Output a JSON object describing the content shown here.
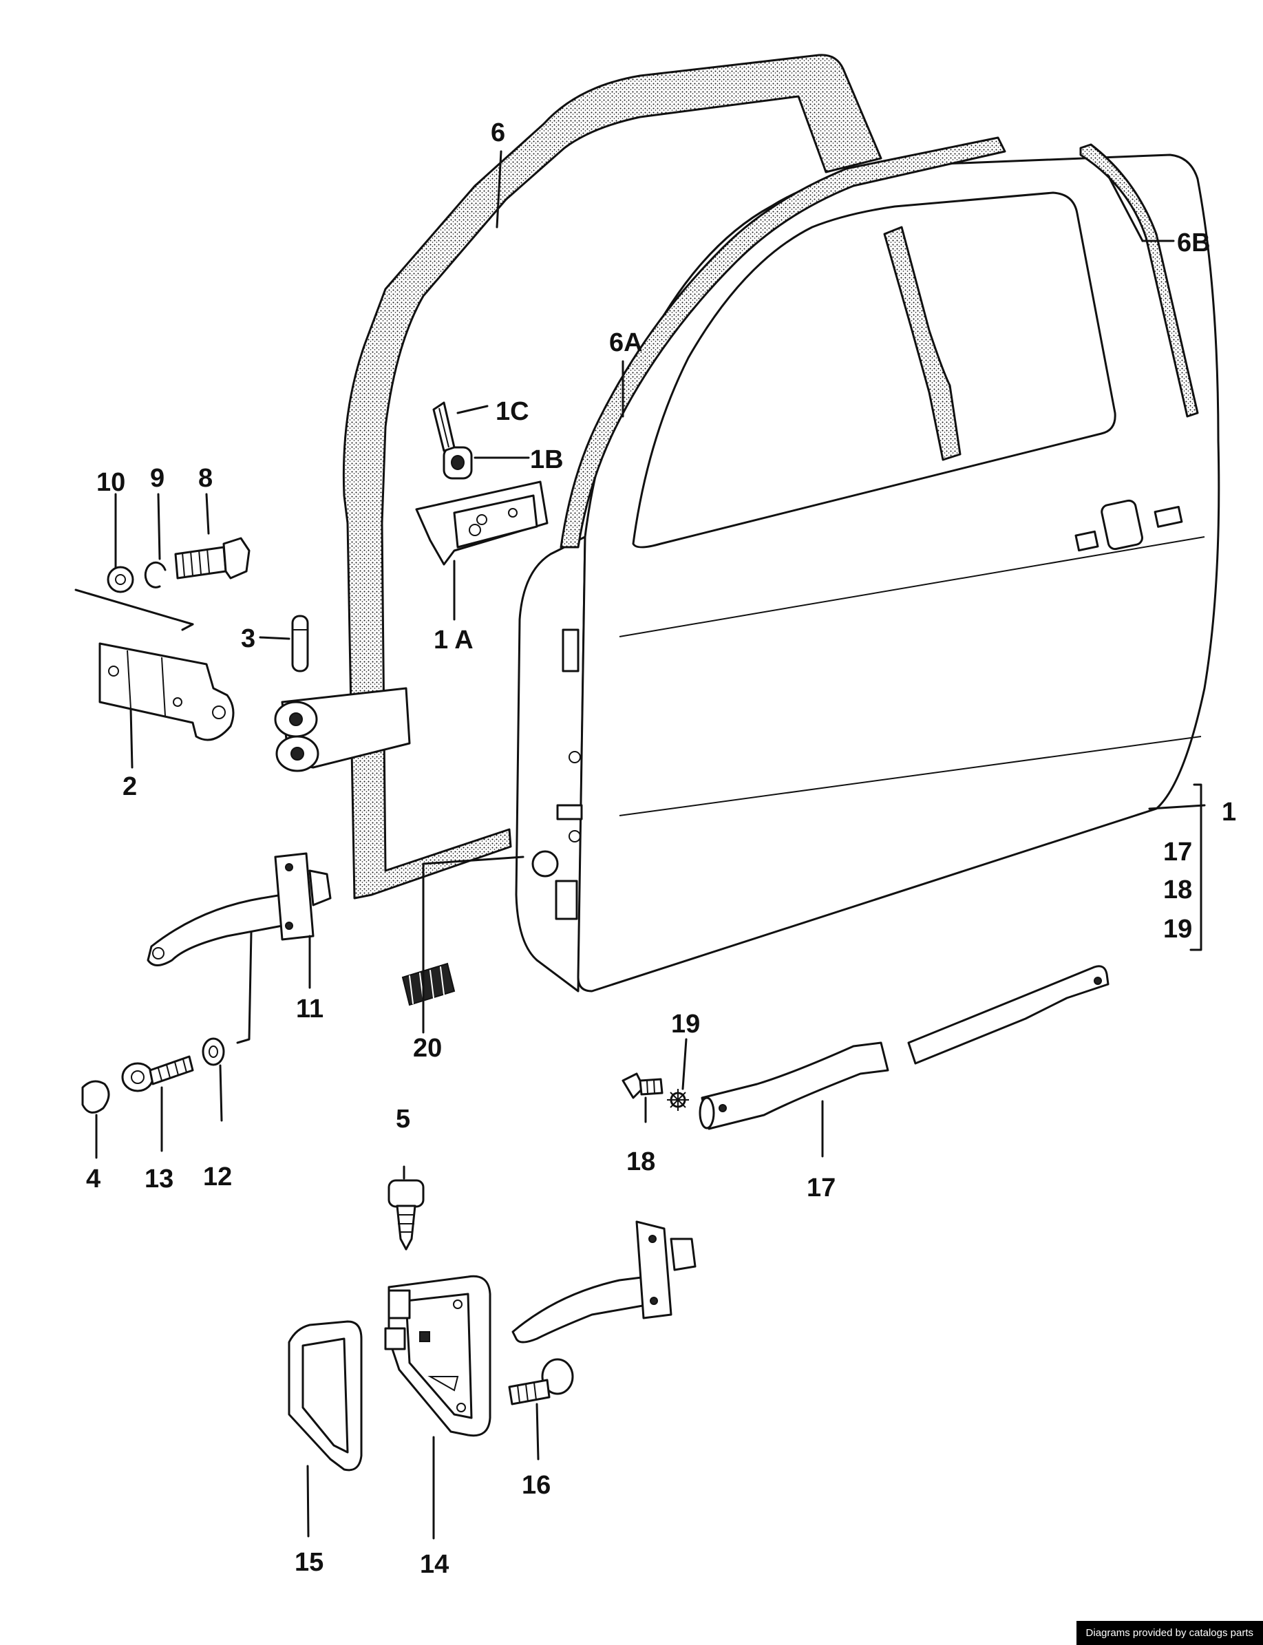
{
  "callouts": {
    "c1": "1",
    "c1A": "1 A",
    "c1B": "1B",
    "c1C": "1C",
    "c2": "2",
    "c3": "3",
    "c4": "4",
    "c5": "5",
    "c6": "6",
    "c6A": "6A",
    "c6B": "6B",
    "c8": "8",
    "c9": "9",
    "c10": "10",
    "c11": "11",
    "c12": "12",
    "c13": "13",
    "c14": "14",
    "c15": "15",
    "c16": "16",
    "c17a": "17",
    "c17b": "17",
    "c18a": "18",
    "c18b": "18",
    "c19a": "19",
    "c19b": "19",
    "c20": "20"
  },
  "footer": {
    "credit": "Diagrams provided by catalogs parts"
  }
}
